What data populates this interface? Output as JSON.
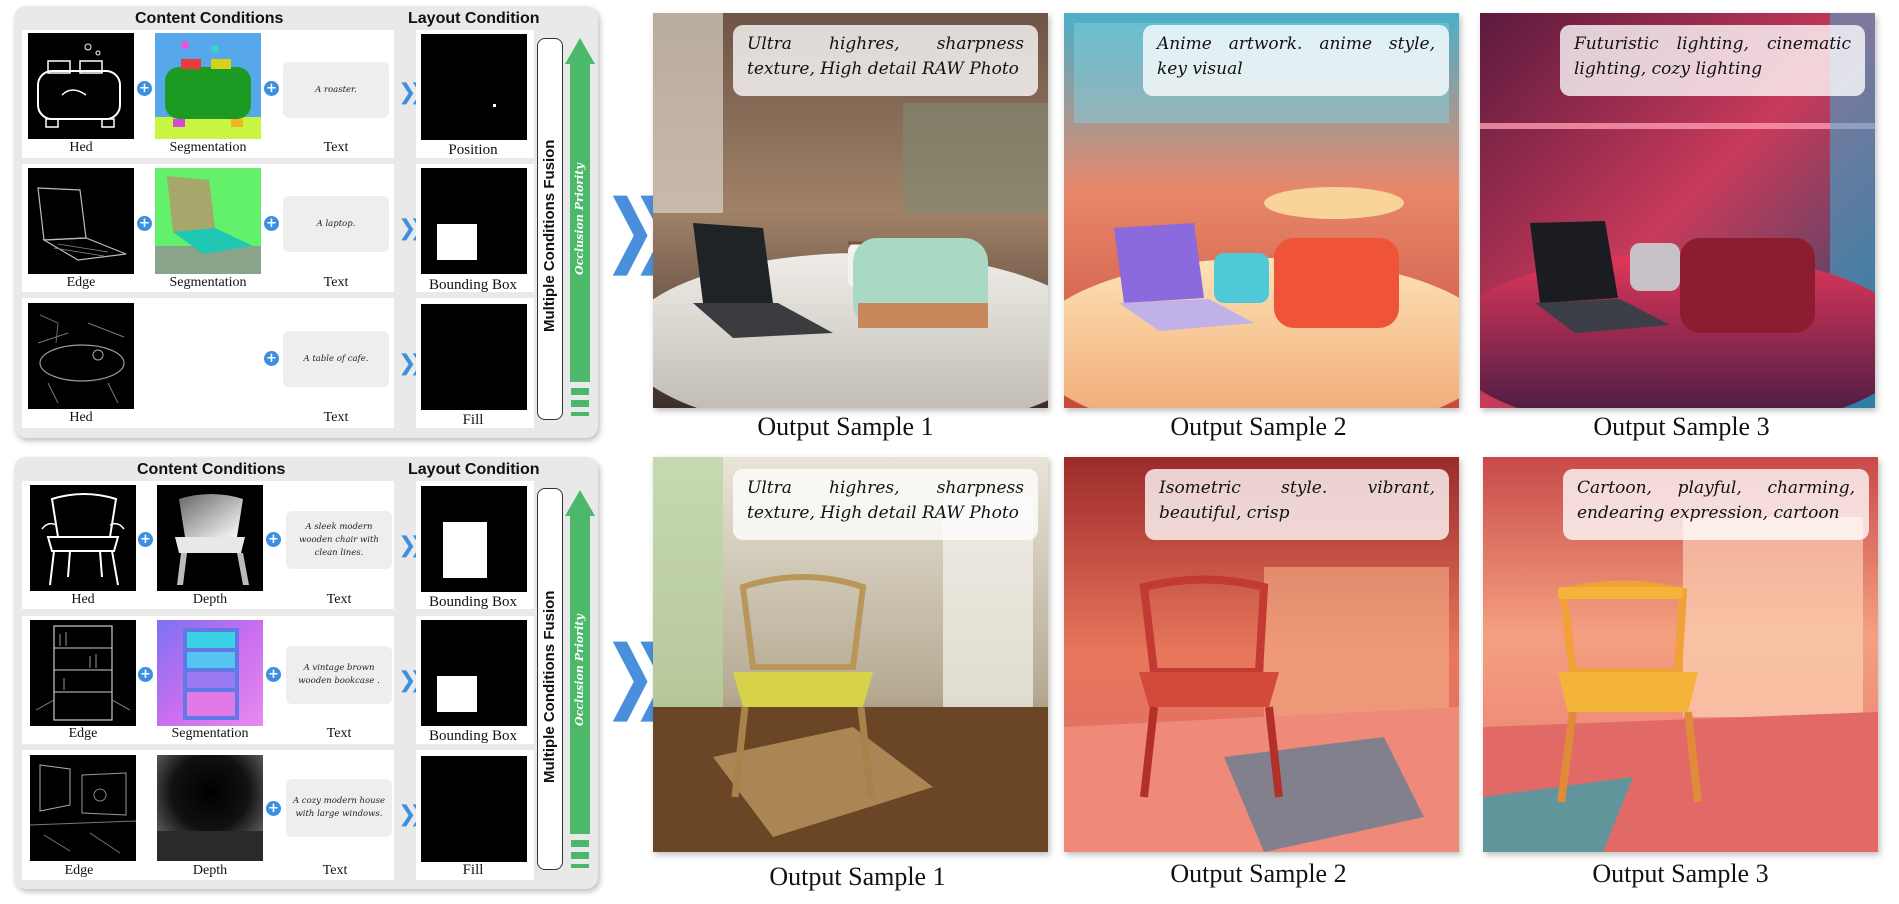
{
  "figure": {
    "content_header": "Content Conditions",
    "layout_header": "Layout Condition",
    "fusion_label": "Multiple Conditions Fusion",
    "occlusion_label": "Occlusion Priority",
    "colors": {
      "accent_blue": "#3d8fe0",
      "fusion_green": "#4cb86a",
      "panel_bg": "#e9e9e9"
    }
  },
  "top_block": {
    "rows": [
      {
        "cond1": "Hed",
        "cond2": "Segmentation",
        "cond3": "Text",
        "text_prompt": "A roaster.",
        "layout": "Position"
      },
      {
        "cond1": "Edge",
        "cond2": "Segmentation",
        "cond3": "Text",
        "text_prompt": "A laptop.",
        "layout": "Bounding Box"
      },
      {
        "cond1": "Hed",
        "cond2": "",
        "cond3": "Text",
        "text_prompt": "A table of cafe.",
        "layout": "Fill"
      }
    ],
    "outputs": [
      {
        "caption": "Output Sample 1",
        "prompt": "Ultra highres, sharpness texture, High detail RAW Photo"
      },
      {
        "caption": "Output Sample 2",
        "prompt": "Anime artwork. anime style, key visual"
      },
      {
        "caption": "Output Sample 3",
        "prompt": "Futuristic lighting, cinematic lighting, cozy lighting"
      }
    ]
  },
  "bottom_block": {
    "rows": [
      {
        "cond1": "Hed",
        "cond2": "Depth",
        "cond3": "Text",
        "text_prompt": "A sleek modern wooden chair with clean lines.",
        "layout": "Bounding Box"
      },
      {
        "cond1": "Edge",
        "cond2": "Segmentation",
        "cond3": "Text",
        "text_prompt": "A vintage brown wooden bookcase .",
        "layout": "Bounding Box"
      },
      {
        "cond1": "Edge",
        "cond2": "Depth",
        "cond3": "Text",
        "text_prompt": "A cozy modern house with large windows.",
        "layout": "Fill"
      }
    ],
    "outputs": [
      {
        "caption": "Output Sample 1",
        "prompt": "Ultra highres, sharpness texture, High detail RAW Photo"
      },
      {
        "caption": "Output Sample 2",
        "prompt": "Isometric style. vibrant, beautiful, crisp"
      },
      {
        "caption": "Output Sample 3",
        "prompt": "Cartoon, playful, charming, endearing expression, cartoon"
      }
    ]
  }
}
